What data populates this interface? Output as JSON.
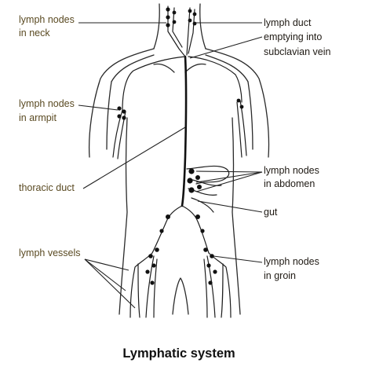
{
  "caption": "Lymphatic system",
  "labels": {
    "neck": [
      "lymph nodes",
      "in neck"
    ],
    "duct_vein": [
      "lymph duct",
      "emptying into",
      "subclavian vein"
    ],
    "armpit": [
      "lymph nodes",
      "in armpit"
    ],
    "thoracic": [
      "thoracic duct"
    ],
    "abdomen": [
      "lymph nodes",
      "in abdomen"
    ],
    "gut": [
      "gut"
    ],
    "vessels": [
      "lymph vessels"
    ],
    "groin": [
      "lymph nodes",
      "in groin"
    ]
  }
}
